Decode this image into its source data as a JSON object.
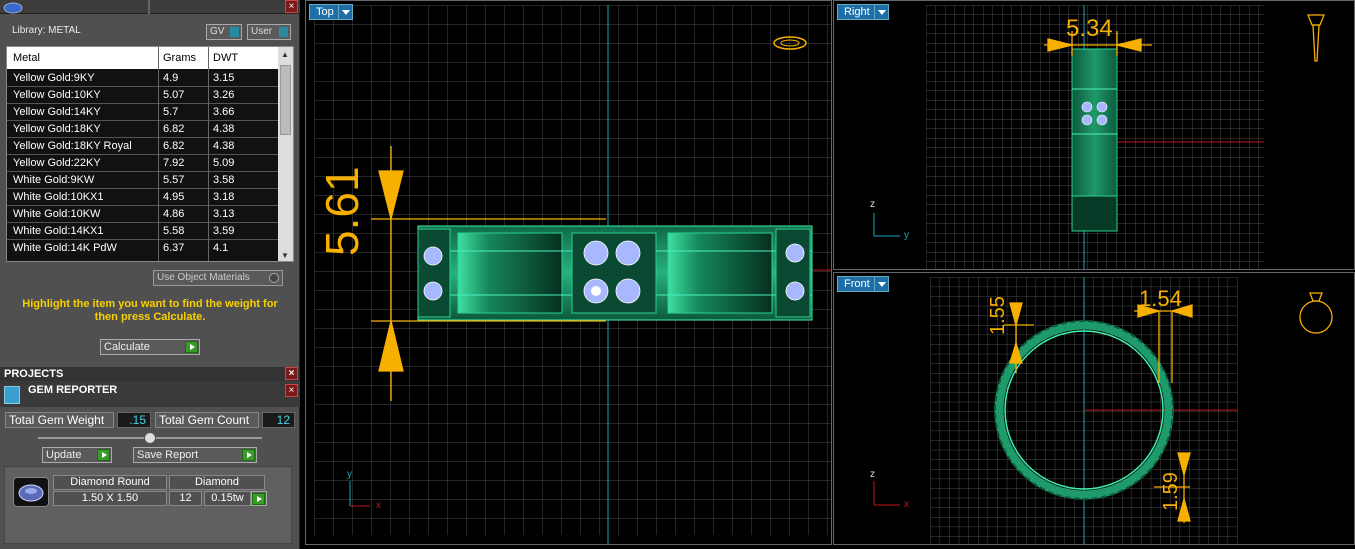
{
  "library": {
    "title": "Library: METAL",
    "gv_label": "GV",
    "user_label": "User"
  },
  "metal_table": {
    "headers": [
      "Metal",
      "Grams",
      "DWT"
    ],
    "rows": [
      [
        "Yellow Gold:9KY",
        "4.9",
        "3.15"
      ],
      [
        "Yellow Gold:10KY",
        "5.07",
        "3.26"
      ],
      [
        "Yellow Gold:14KY",
        "5.7",
        "3.66"
      ],
      [
        "Yellow Gold:18KY",
        "6.82",
        "4.38"
      ],
      [
        "Yellow Gold:18KY Royal",
        "6.82",
        "4.38"
      ],
      [
        "Yellow Gold:22KY",
        "7.92",
        "5.09"
      ],
      [
        "White Gold:9KW",
        "5.57",
        "3.58"
      ],
      [
        "White Gold:10KX1",
        "4.95",
        "3.18"
      ],
      [
        "White Gold:10KW",
        "4.86",
        "3.13"
      ],
      [
        "White Gold:14KX1",
        "5.58",
        "3.59"
      ],
      [
        "White Gold:14K PdW",
        "6.37",
        "4.1"
      ]
    ]
  },
  "use_object_materials_label": "Use Object Materials",
  "highlight_text": "Highlight the item you want to find the weight for then press Calculate.",
  "calculate_label": "Calculate",
  "projects_title": "PROJECTS",
  "gem_reporter": {
    "title": "GEM REPORTER",
    "total_weight_label": "Total Gem Weight",
    "total_weight_value": ".15",
    "total_count_label": "Total Gem Count",
    "total_count_value": "12",
    "update_label": "Update",
    "save_report_label": "Save Report",
    "gem": {
      "shape": "Diamond Round",
      "size": "1.50 X 1.50",
      "material": "Diamond",
      "count": "12",
      "weight": "0.15tw"
    }
  },
  "viewports": {
    "top": {
      "label": "Top",
      "dim": "5.61"
    },
    "right": {
      "label": "Right",
      "dim": "5.34"
    },
    "front": {
      "label": "Front",
      "dim_top_left": "1.55",
      "dim_top_right": "1.54",
      "dim_bottom": "1.59"
    }
  },
  "axes": {
    "x": "x",
    "y": "y",
    "z": "z"
  },
  "colors": {
    "accent": "#1e6fa8",
    "dimension": "#f8b000",
    "ring": "#1f9a6a",
    "gem": "#a8b8ff",
    "grid": "#4a4a4a"
  }
}
